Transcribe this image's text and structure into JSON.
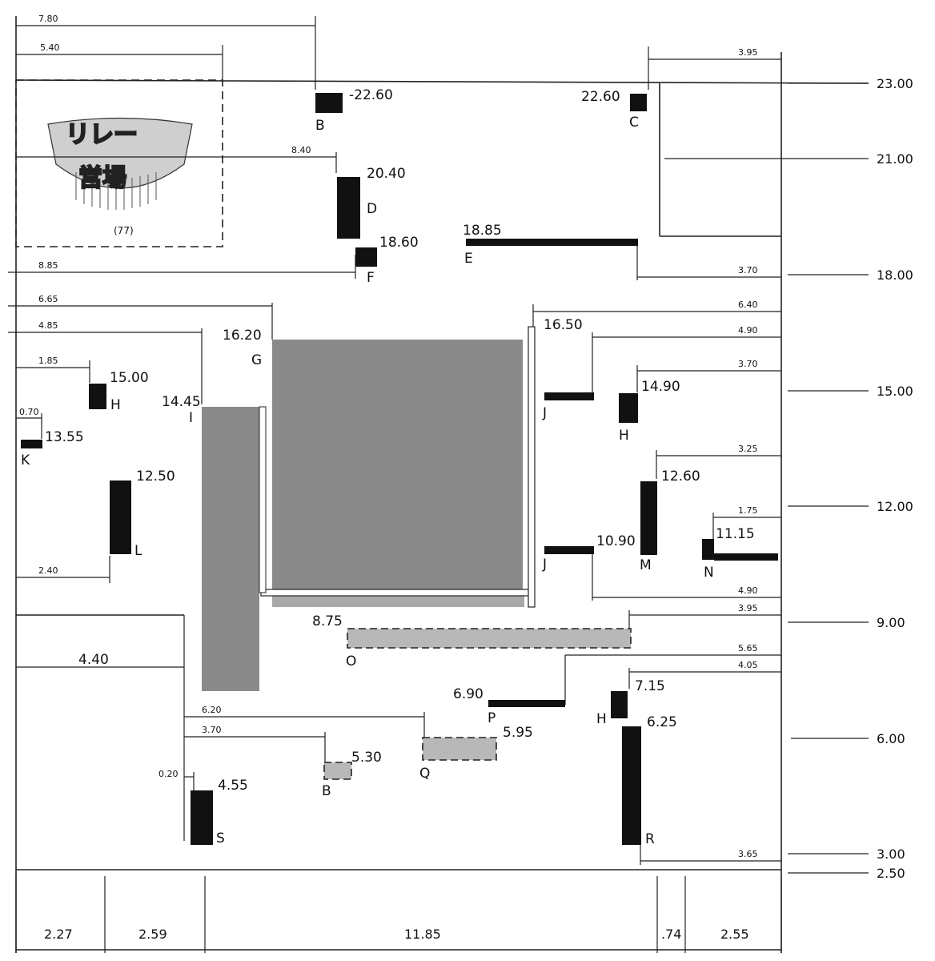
{
  "logo": {
    "line1": "リレー",
    "line2": "営場",
    "number": "(77)"
  },
  "right_scale": [
    "23.00",
    "21.00",
    "18.00",
    "15.00",
    "12.00",
    "9.00",
    "6.00",
    "3.00",
    "2.50"
  ],
  "bottom_scale": [
    "2.27",
    "2.59",
    "11.85",
    ".74",
    "2.55"
  ],
  "dimensions": {
    "d780": "7.80",
    "d540": "5.40",
    "d395top": "3.95",
    "d840": "8.40",
    "d885": "8.85",
    "d370a": "3.70",
    "d665": "6.65",
    "d485": "4.85",
    "d185": "1.85",
    "d070": "0.70",
    "d640": "6.40",
    "d490a": "4.90",
    "d370b": "3.70",
    "d325": "3.25",
    "d175": "1.75",
    "d240": "2.40",
    "d490b": "4.90",
    "d395b": "3.95",
    "d440": "4.40",
    "d565": "5.65",
    "d405": "4.05",
    "d620": "6.20",
    "d370c": "3.70",
    "d020": "0.20",
    "d365": "3.65"
  },
  "heights": {
    "B_top": "-22.60",
    "C_top": "22.60",
    "D": "20.40",
    "F": "18.60",
    "E": "18.85",
    "G": "16.20",
    "J_top": "16.50",
    "H_left": "15.00",
    "I": "14.45",
    "H_right": "14.90",
    "K": "13.55",
    "L": "12.50",
    "M": "12.60",
    "N": "11.15",
    "J_bot": "10.90",
    "O": "8.75",
    "H_low": "7.15",
    "P": "6.90",
    "R": "6.25",
    "Q": "5.95",
    "B_low": "5.30",
    "S": "4.55"
  },
  "letters": {
    "B1": "B",
    "C": "C",
    "D": "D",
    "F": "F",
    "E": "E",
    "G": "G",
    "I": "I",
    "H1": "H",
    "K": "K",
    "L": "L",
    "J1": "J",
    "H2": "H",
    "M": "M",
    "N": "N",
    "J2": "J",
    "O": "O",
    "P": "P",
    "H3": "H",
    "R": "R",
    "Q": "Q",
    "B2": "B",
    "S": "S"
  }
}
